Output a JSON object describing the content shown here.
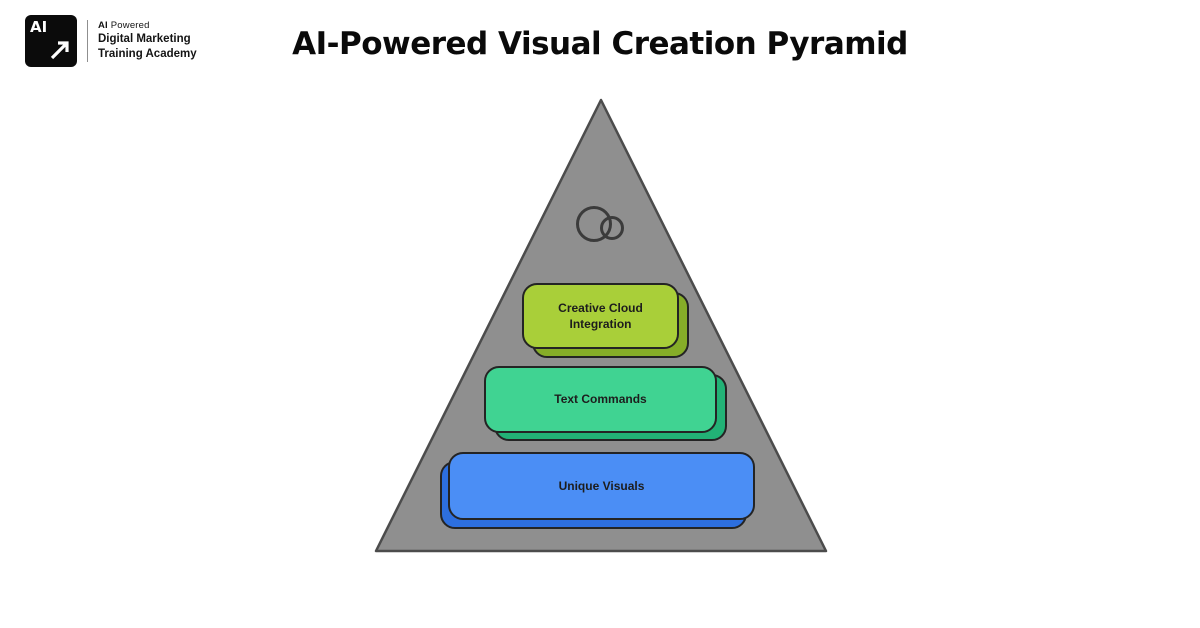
{
  "header": {
    "title": "AI-Powered Visual Creation Pyramid",
    "logo": {
      "badge": "AI",
      "tagline_bold": "AI",
      "tagline_rest": " Powered",
      "line2": "Digital Marketing",
      "line3": "Training Academy"
    }
  },
  "pyramid": {
    "triangle": {
      "fill": "#8f8f8f",
      "stroke": "#4c4c4c"
    },
    "apex_icon": "creative-cloud",
    "levels": [
      {
        "label": "Creative Cloud Integration",
        "fill": "#a9cf39",
        "shadow": "#86ad28",
        "border": "#242424"
      },
      {
        "label": "Text Commands",
        "fill": "#40d392",
        "shadow": "#22b276",
        "border": "#242424"
      },
      {
        "label": "Unique Visuals",
        "fill": "#4b8ef5",
        "shadow": "#2d6fdf",
        "border": "#242424"
      }
    ]
  }
}
